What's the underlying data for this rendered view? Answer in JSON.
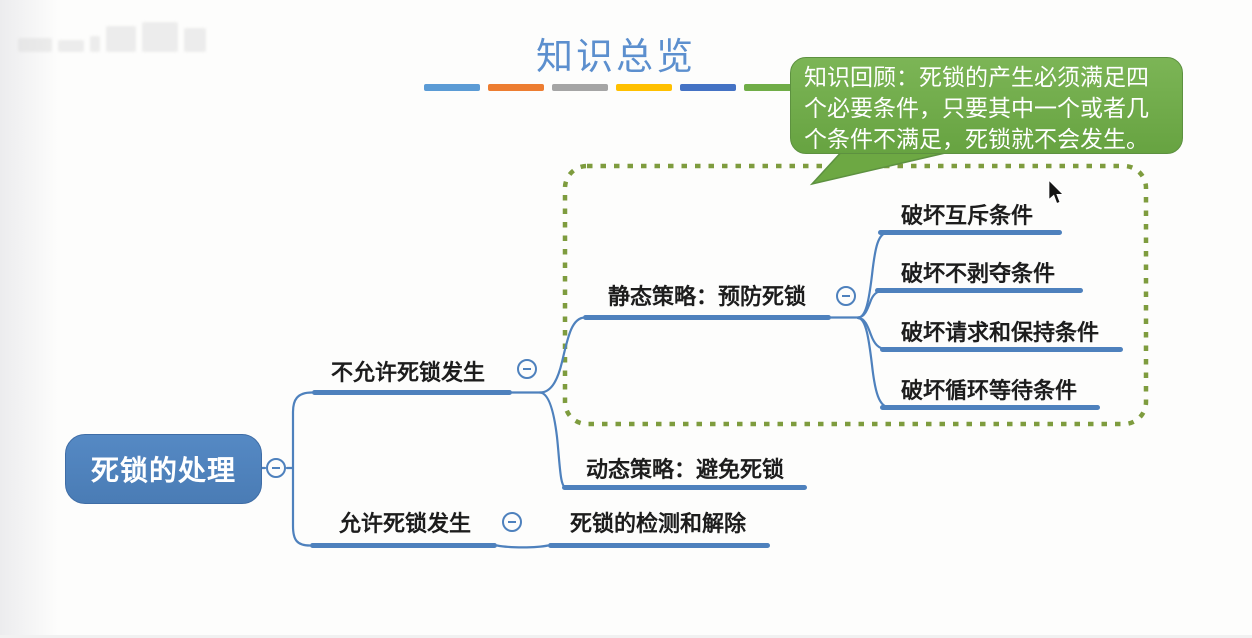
{
  "page": {
    "title": "知识总览"
  },
  "callout": {
    "lines": [
      "知识回顾：死锁的产生必须满足四",
      "个必要条件，只要其中一个或者几",
      "个条件不满足，死锁就不会发生。"
    ]
  },
  "mindmap": {
    "nodes": {
      "root": "死锁的处理",
      "not_allow": "不允许死锁发生",
      "allow": "允许死锁发生",
      "static_policy": "静态策略：预防死锁",
      "dynamic_policy": "动态策略：避免死锁",
      "detect": "死锁的检测和解除",
      "break_mutex": "破坏互斥条件",
      "break_no_preempt": "破坏不剥夺条件",
      "break_request_hold": "破坏请求和保持条件",
      "break_circular_wait": "破坏循环等待条件"
    }
  },
  "colors": {
    "accent_blue": "#4e81bd",
    "title_blue": "#5c8fce",
    "callout_green": "#6da843",
    "callout_green_dark": "#5d9140",
    "dashed_border_olive": "#7e9c3e",
    "office_dashes": [
      "#5B9BD5",
      "#ED7D31",
      "#A5A5A5",
      "#FFC000",
      "#4472C4",
      "#70AD47"
    ]
  }
}
